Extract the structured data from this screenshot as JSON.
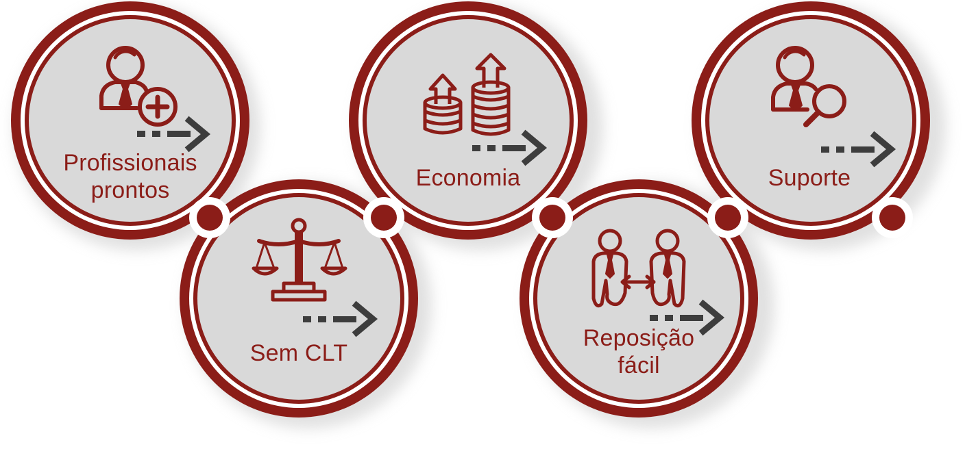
{
  "colors": {
    "brand": "#8b1d18",
    "face": "#d9d9d9",
    "ring_white": "#ffffff",
    "arrow": "#3d3d3d",
    "shadow": "#c8c8c8"
  },
  "items": [
    {
      "key": "profissionais",
      "lines": [
        "Profissionais",
        "prontos"
      ],
      "icon": "person-add-icon"
    },
    {
      "key": "sem-clt",
      "lines": [
        "Sem CLT"
      ],
      "icon": "scales-icon"
    },
    {
      "key": "economia",
      "lines": [
        "Economia"
      ],
      "icon": "coins-growth-icon"
    },
    {
      "key": "reposicao",
      "lines": [
        "Reposição",
        "fácil"
      ],
      "icon": "people-exchange-icon"
    },
    {
      "key": "suporte",
      "lines": [
        "Suporte"
      ],
      "icon": "person-search-icon"
    }
  ]
}
